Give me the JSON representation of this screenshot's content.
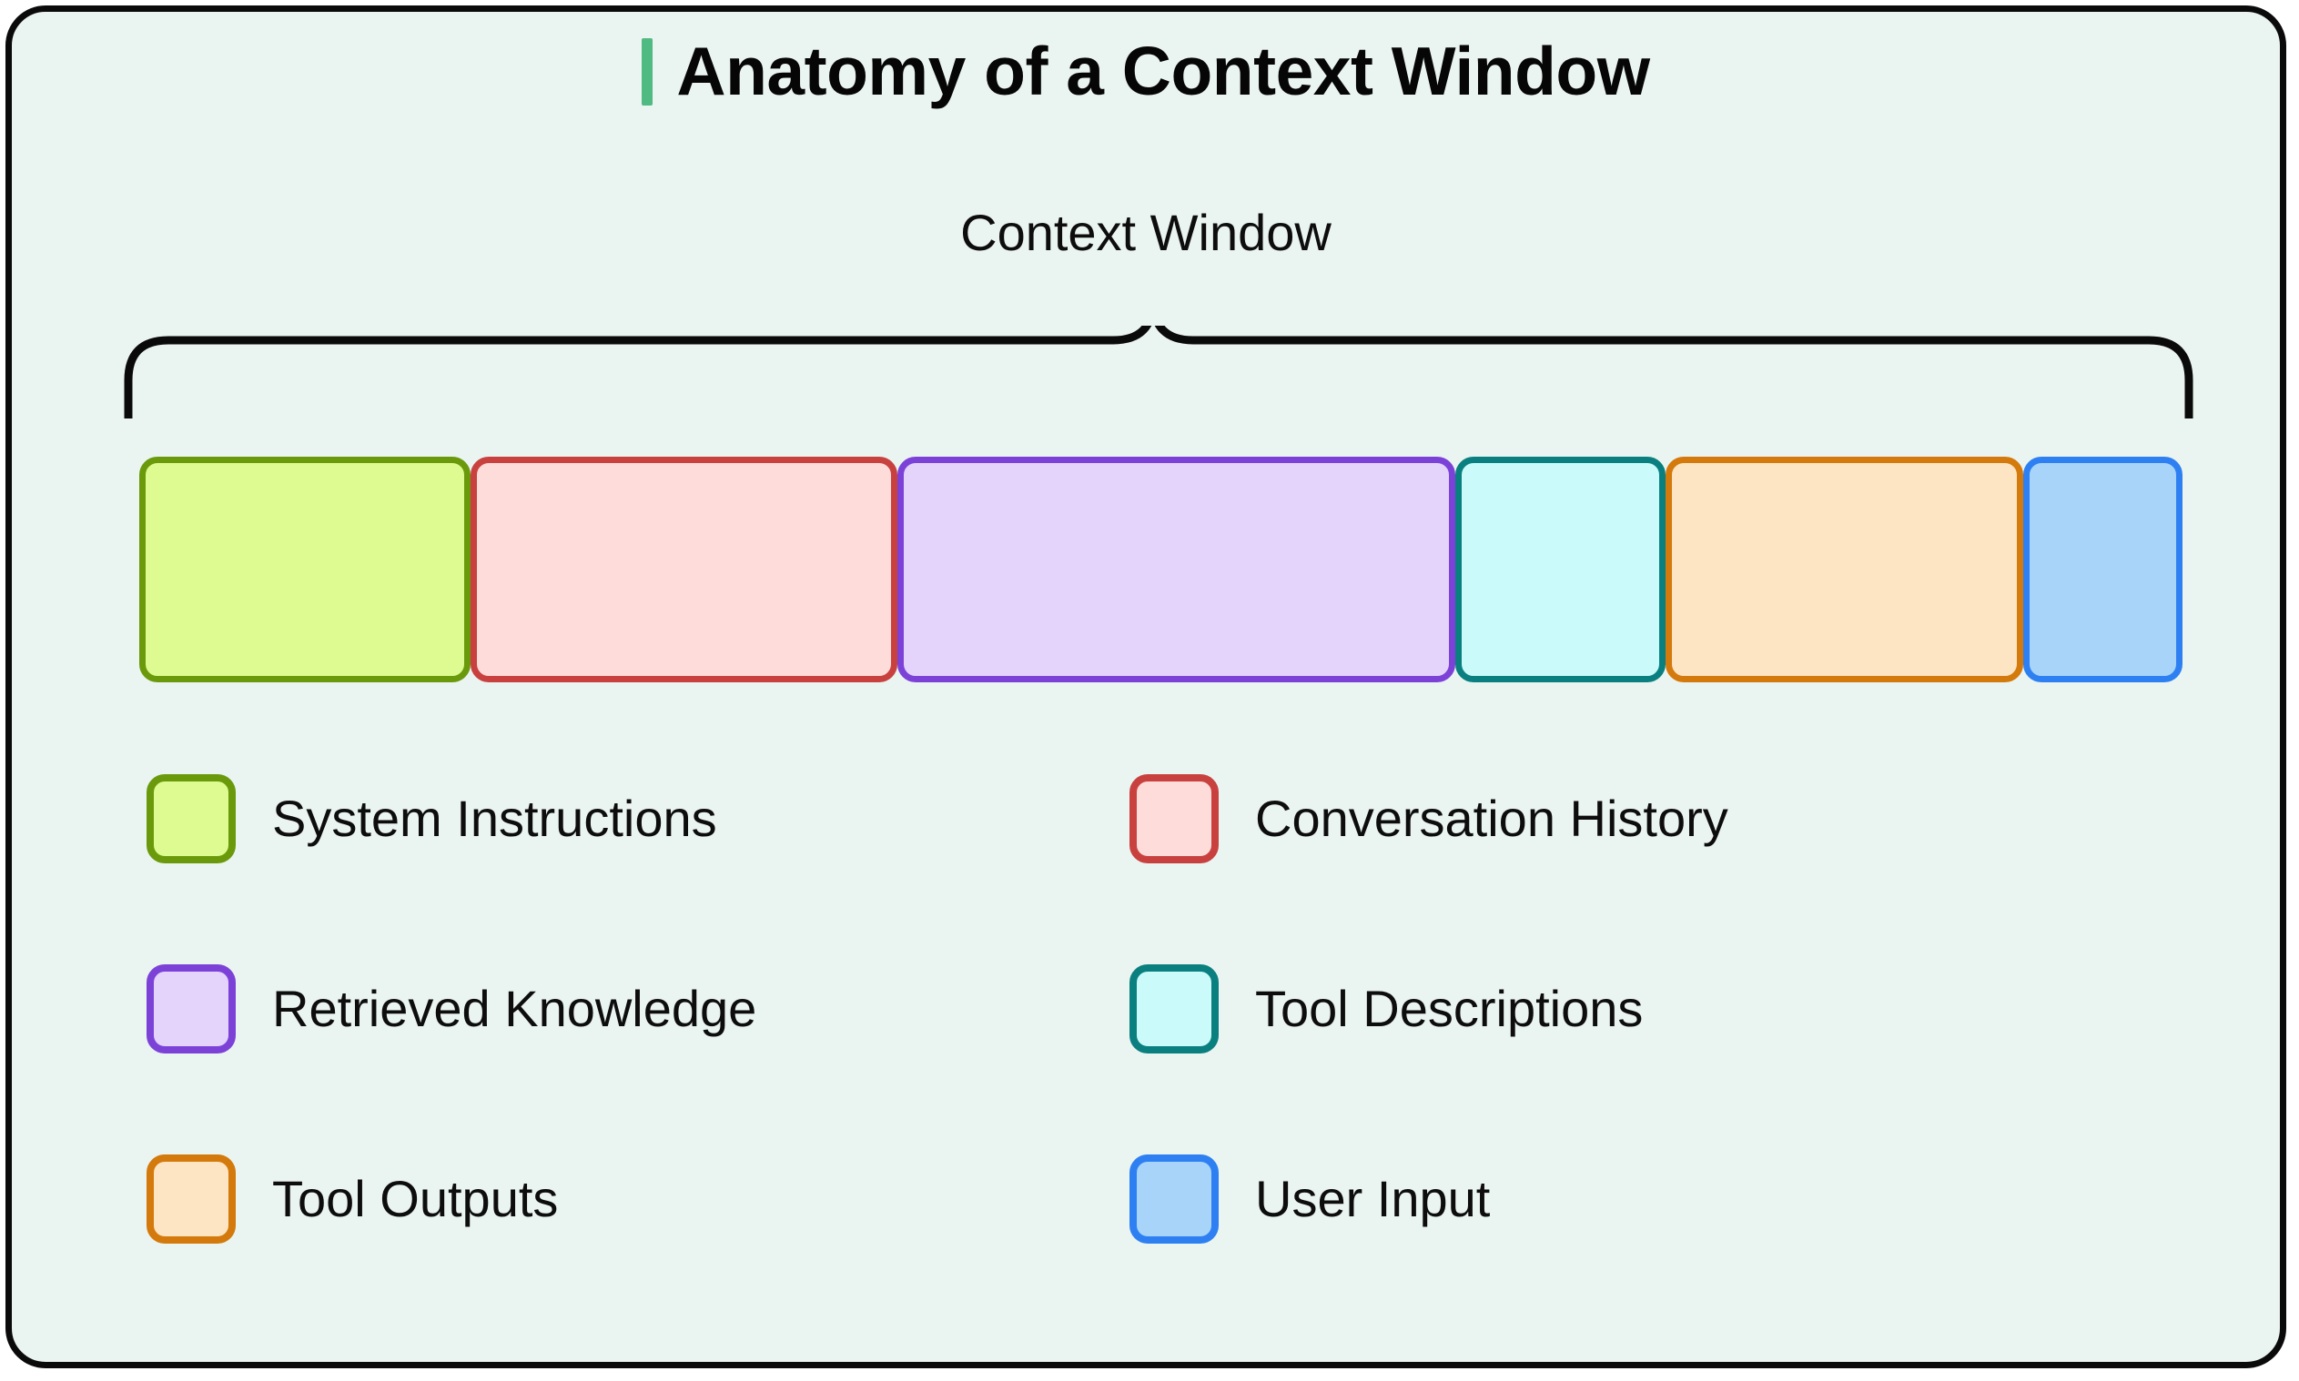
{
  "card": {
    "background": "#EAF4F0",
    "border_color": "#0a0a0a"
  },
  "header": {
    "title": "Anatomy of a Context Window",
    "accent_color": "#4FBA82"
  },
  "diagram": {
    "brace_label": "Context Window",
    "segments": [
      {
        "name": "System Instructions",
        "fill": "#DDFB90",
        "stroke": "#6A9A0B",
        "width_pct": 16.2
      },
      {
        "name": "Conversation History",
        "fill": "#FDDCDA",
        "stroke": "#C8413F",
        "width_pct": 20.9
      },
      {
        "name": "Retrieved Knowledge",
        "fill": "#E4D4FC",
        "stroke": "#7C42D8",
        "width_pct": 27.3
      },
      {
        "name": "Tool Descriptions",
        "fill": "#CAFAFA",
        "stroke": "#0A7F80",
        "width_pct": 10.3
      },
      {
        "name": "Tool Outputs",
        "fill": "#FDE4C3",
        "stroke": "#D4790C",
        "width_pct": 17.5
      },
      {
        "name": "User Input",
        "fill": "#A8D4FA",
        "stroke": "#2E80F2",
        "width_pct": 7.8
      }
    ]
  },
  "legend": {
    "rows": [
      {
        "left": {
          "label": "System Instructions",
          "fill": "#DDFB90",
          "stroke": "#6A9A0B"
        },
        "right": {
          "label": "Conversation History",
          "fill": "#FDDCDA",
          "stroke": "#C8413F"
        }
      },
      {
        "left": {
          "label": "Retrieved Knowledge",
          "fill": "#E4D4FC",
          "stroke": "#7C42D8"
        },
        "right": {
          "label": "Tool Descriptions",
          "fill": "#CAFAFA",
          "stroke": "#0A7F80"
        }
      },
      {
        "left": {
          "label": "Tool Outputs",
          "fill": "#FDE4C3",
          "stroke": "#D4790C"
        },
        "right": {
          "label": "User Input",
          "fill": "#A8D4FA",
          "stroke": "#2E80F2"
        }
      }
    ]
  }
}
